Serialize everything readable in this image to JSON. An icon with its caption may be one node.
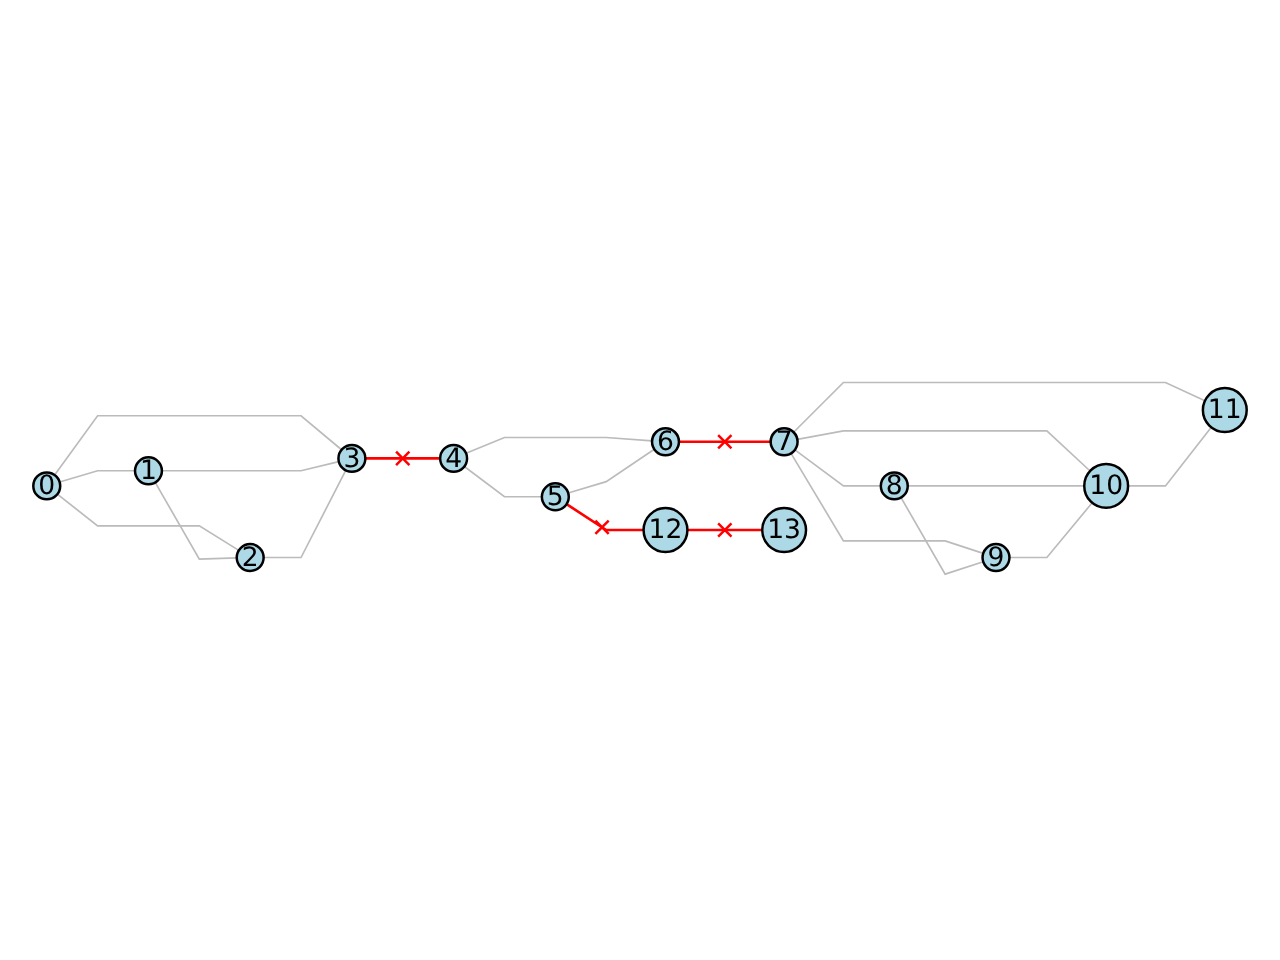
{
  "diagram": {
    "nodes": [
      {
        "text": [
          "0"
        ]
      },
      {
        "text": [
          "1"
        ]
      },
      {
        "text": [
          "2"
        ]
      },
      {
        "text": [
          "3"
        ]
      },
      {
        "text": [
          "4"
        ]
      },
      {
        "text": [
          "5"
        ]
      },
      {
        "text": [
          "6"
        ]
      },
      {
        "text": [
          "7"
        ]
      },
      {
        "text": [
          "8"
        ]
      },
      {
        "text": [
          "9"
        ]
      },
      {
        "text": [
          "10"
        ]
      },
      {
        "text": [
          "11"
        ]
      },
      {
        "text": [
          "12"
        ]
      },
      {
        "text": [
          "13"
        ]
      }
    ],
    "edges": [
      {
        "from": 0,
        "to": 1,
        "arrow": "none"
      },
      {
        "from": 0,
        "to": 2,
        "arrow": "none"
      },
      {
        "from": 0,
        "to": 3,
        "arrow": "none"
      },
      {
        "from": 1,
        "to": 2,
        "arrow": "none"
      },
      {
        "from": 1,
        "to": 3,
        "arrow": "none"
      },
      {
        "from": 2,
        "to": 3,
        "arrow": "none"
      },
      {
        "from": 3,
        "to": 4,
        "arrow": "none",
        "color": "#ff0000"
      },
      {
        "from": 4,
        "to": 5,
        "arrow": "none"
      },
      {
        "from": 4,
        "to": 6,
        "arrow": "none"
      },
      {
        "from": 5,
        "to": 6,
        "arrow": "none"
      },
      {
        "from": 6,
        "to": 7,
        "arrow": "none",
        "color": "#ff0000"
      },
      {
        "from": 7,
        "to": 8,
        "arrow": "none"
      },
      {
        "from": 7,
        "to": 9,
        "arrow": "none"
      },
      {
        "from": 7,
        "to": 10,
        "arrow": "none"
      },
      {
        "from": 7,
        "to": 11,
        "arrow": "none"
      },
      {
        "from": 8,
        "to": 9,
        "arrow": "none"
      },
      {
        "from": 8,
        "to": 10,
        "arrow": "none"
      },
      {
        "from": 9,
        "to": 10,
        "arrow": "none"
      },
      {
        "from": 10,
        "to": 11,
        "arrow": "none"
      },
      {
        "from": 5,
        "to": 12,
        "arrow": "none",
        "color": "#ff0000"
      },
      {
        "from": 12,
        "to": 13,
        "arrow": "none",
        "color": "#ff0000"
      }
    ]
  }
}
